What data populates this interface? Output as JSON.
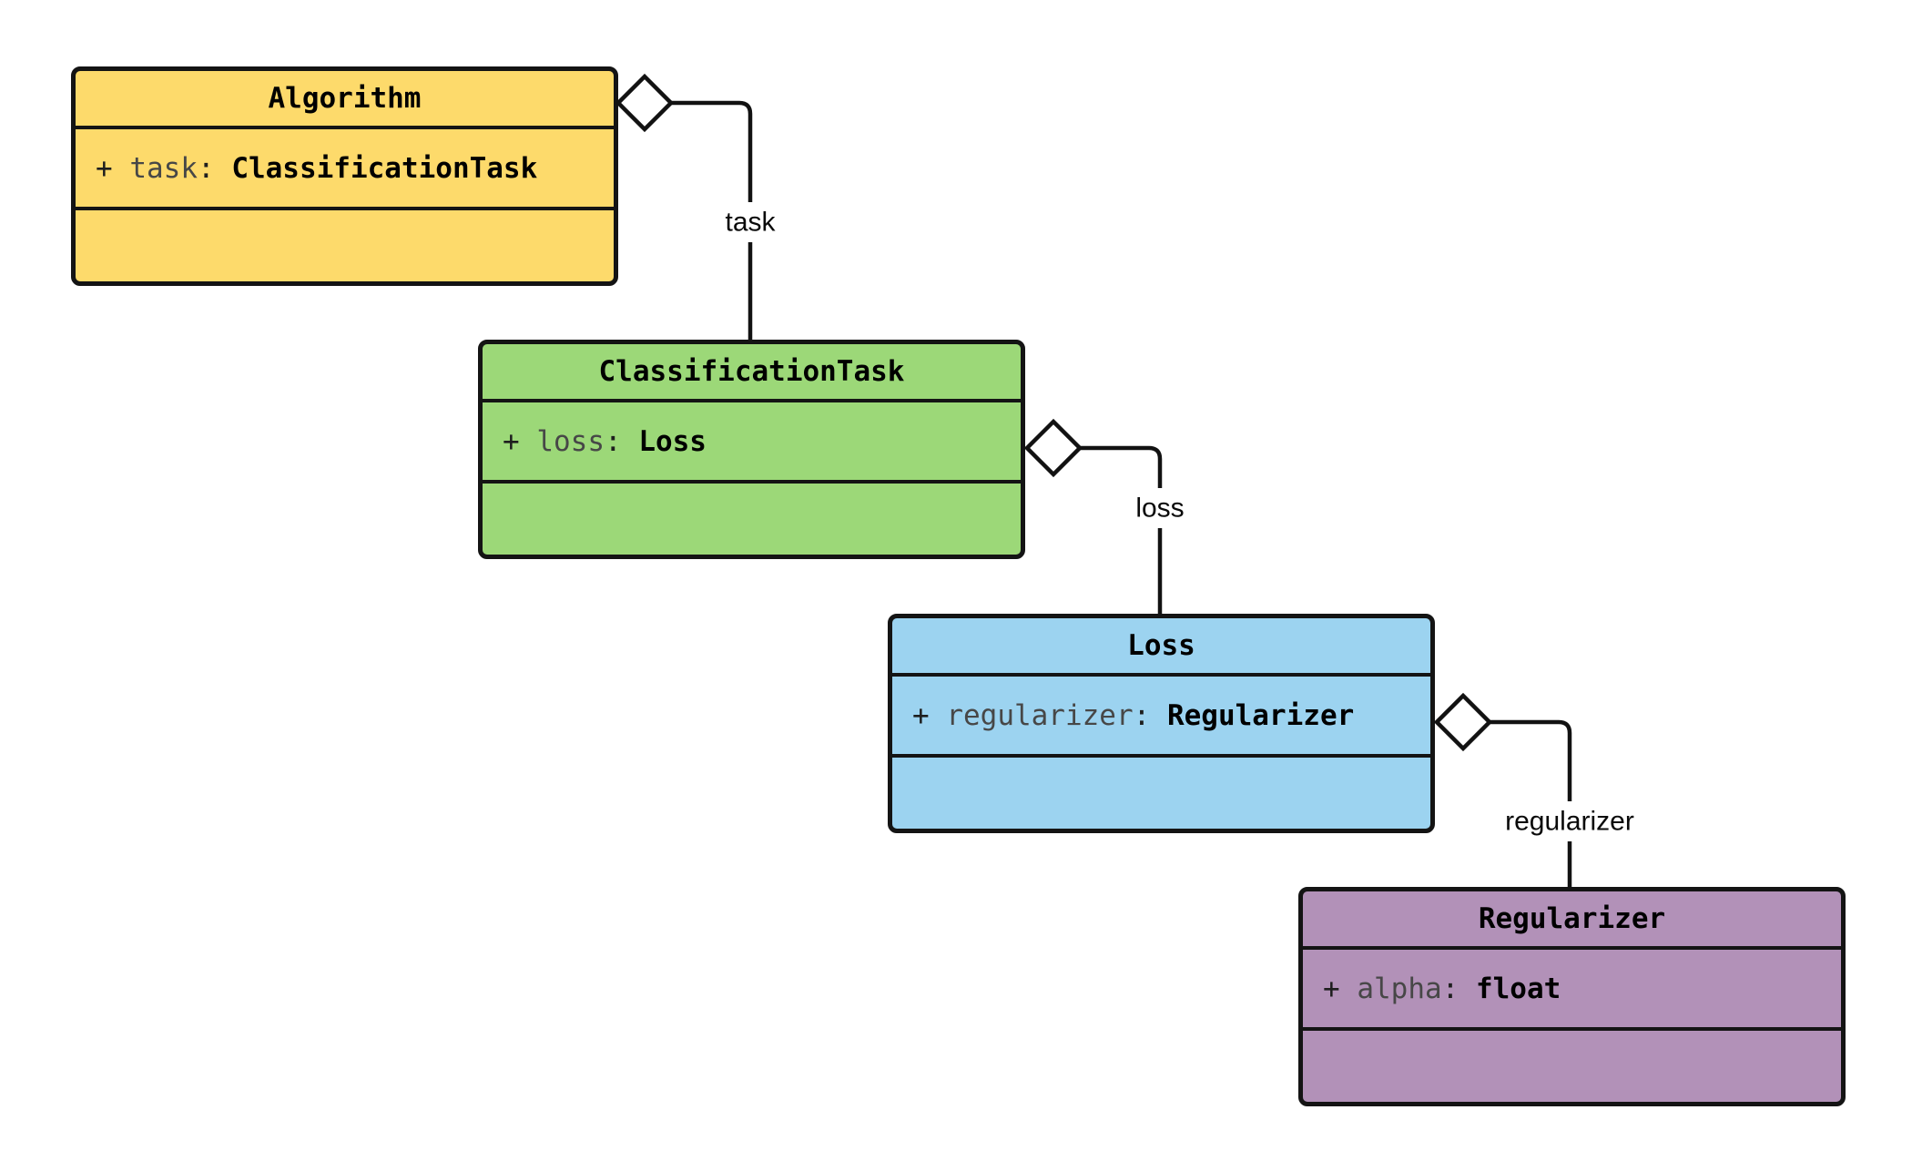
{
  "diagram": {
    "type": "uml-class-diagram",
    "background_color": "#ffffff",
    "line_color": "#121212",
    "diamond_fill": "#ffffff",
    "classes": [
      {
        "name": "Algorithm",
        "fill": "#FDDA6B",
        "attribute": {
          "visibility": "+",
          "name": "task",
          "separator": ":",
          "type": "ClassificationTask"
        }
      },
      {
        "name": "ClassificationTask",
        "fill": "#9CD878",
        "attribute": {
          "visibility": "+",
          "name": "loss",
          "separator": ":",
          "type": "Loss"
        }
      },
      {
        "name": "Loss",
        "fill": "#9CD3F0",
        "attribute": {
          "visibility": "+",
          "name": "regularizer",
          "separator": ":",
          "type": "Regularizer"
        }
      },
      {
        "name": "Regularizer",
        "fill": "#B291B8",
        "attribute": {
          "visibility": "+",
          "name": "alpha",
          "separator": ":",
          "type": "float"
        }
      }
    ],
    "relations": [
      {
        "from": "Algorithm",
        "to": "ClassificationTask",
        "label": "task",
        "kind": "aggregation"
      },
      {
        "from": "ClassificationTask",
        "to": "Loss",
        "label": "loss",
        "kind": "aggregation"
      },
      {
        "from": "Loss",
        "to": "Regularizer",
        "label": "regularizer",
        "kind": "aggregation"
      }
    ]
  }
}
